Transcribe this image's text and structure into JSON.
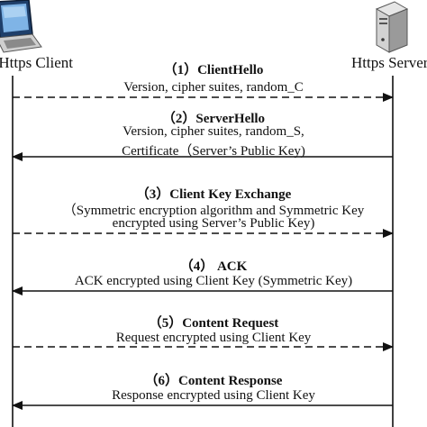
{
  "participants": {
    "client": {
      "label": "Https Client",
      "icon": "laptop-icon"
    },
    "server": {
      "label": "Https Server",
      "icon": "server-icon"
    }
  },
  "steps": [
    {
      "title": "（1）ClientHello",
      "lines": [
        "Version, cipher suites, random_C"
      ],
      "direction": "client-to-server",
      "style": "dashed"
    },
    {
      "title": "（2）ServerHello",
      "lines": [
        "Version, cipher suites,  random_S,",
        "Certificate（Server’s Public Key)"
      ],
      "direction": "server-to-client",
      "style": "solid"
    },
    {
      "title": "（3）Client Key Exchange",
      "lines": [
        "（Symmetric encryption algorithm and Symmetric Key",
        "encrypted using Server’s Public Key)"
      ],
      "direction": "client-to-server",
      "style": "dashed"
    },
    {
      "title": "（4） ACK",
      "lines": [
        "ACK  encrypted using  Client Key (Symmetric Key)"
      ],
      "direction": "server-to-client",
      "style": "solid"
    },
    {
      "title": "（5）Content Request",
      "lines": [
        "Request encrypted using Client Key"
      ],
      "direction": "client-to-server",
      "style": "dashed"
    },
    {
      "title": "（6）Content Response",
      "lines": [
        "Response encrypted using Client Key"
      ],
      "direction": "server-to-client",
      "style": "solid"
    }
  ]
}
